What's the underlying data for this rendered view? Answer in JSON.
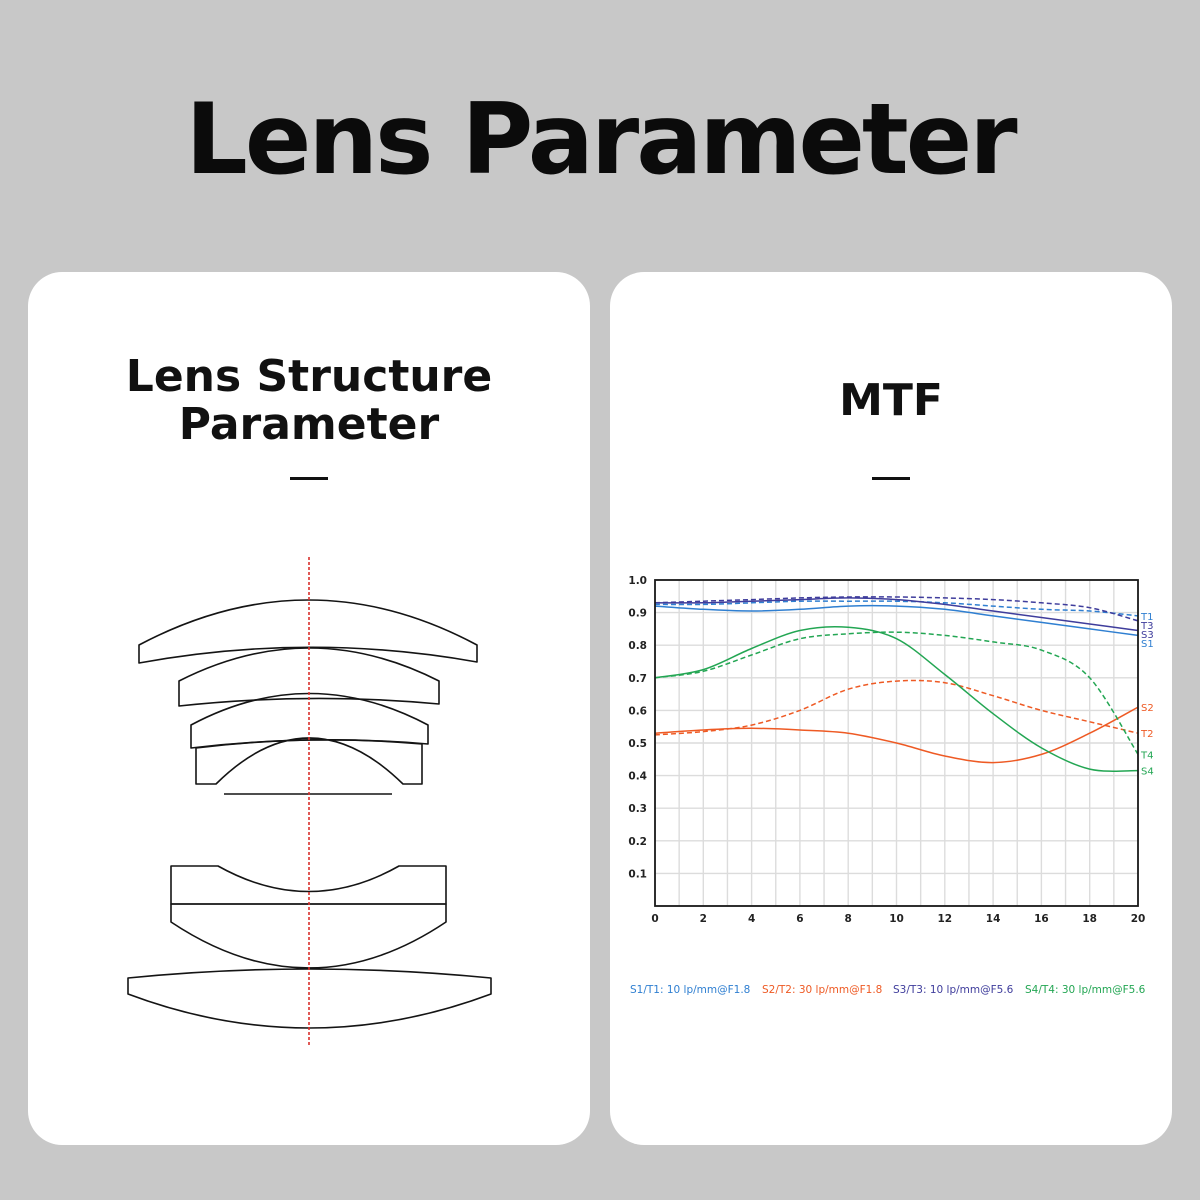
{
  "page": {
    "title": "Lens Parameter"
  },
  "left_card": {
    "title_line1": "Lens Structure",
    "title_line2": "Parameter"
  },
  "right_card": {
    "title": "MTF"
  },
  "colors": {
    "background": "#c8c8c8",
    "card": "#ffffff",
    "axis_line": "#d9302c",
    "s1t1": "#2f7fd1",
    "s2t2": "#ee5a24",
    "s3t3": "#3f3d9c",
    "s4t4": "#23a653"
  },
  "chart_data": {
    "type": "line",
    "xlim": [
      0,
      20
    ],
    "ylim": [
      0,
      1.0
    ],
    "x_ticks": [
      "0",
      "2",
      "4",
      "6",
      "8",
      "10",
      "12",
      "14",
      "16",
      "18",
      "20"
    ],
    "y_ticks": [
      "0.1",
      "0.2",
      "0.3",
      "0.4",
      "0.5",
      "0.6",
      "0.7",
      "0.8",
      "0.9",
      "1.0"
    ],
    "grid": true,
    "series": [
      {
        "name": "S1",
        "dashed": false,
        "color": "#2f7fd1",
        "x": [
          0,
          2,
          4,
          6,
          8,
          10,
          12,
          14,
          16,
          18,
          20
        ],
        "y": [
          0.92,
          0.91,
          0.905,
          0.91,
          0.92,
          0.92,
          0.91,
          0.89,
          0.87,
          0.85,
          0.83
        ]
      },
      {
        "name": "T1",
        "dashed": true,
        "color": "#2f7fd1",
        "x": [
          0,
          2,
          4,
          6,
          8,
          10,
          12,
          14,
          16,
          18,
          20
        ],
        "y": [
          0.925,
          0.925,
          0.93,
          0.935,
          0.935,
          0.935,
          0.93,
          0.92,
          0.91,
          0.905,
          0.89
        ]
      },
      {
        "name": "S3",
        "dashed": false,
        "color": "#3f3d9c",
        "x": [
          0,
          2,
          4,
          6,
          8,
          10,
          12,
          14,
          16,
          18,
          20
        ],
        "y": [
          0.93,
          0.93,
          0.935,
          0.94,
          0.945,
          0.94,
          0.925,
          0.905,
          0.885,
          0.865,
          0.845
        ]
      },
      {
        "name": "T3",
        "dashed": true,
        "color": "#3f3d9c",
        "x": [
          0,
          2,
          4,
          6,
          8,
          10,
          12,
          14,
          16,
          18,
          20
        ],
        "y": [
          0.93,
          0.935,
          0.94,
          0.945,
          0.948,
          0.948,
          0.945,
          0.94,
          0.93,
          0.915,
          0.875
        ]
      },
      {
        "name": "S2",
        "dashed": false,
        "color": "#ee5a24",
        "x": [
          0,
          2,
          4,
          6,
          8,
          10,
          12,
          14,
          16,
          18,
          20
        ],
        "y": [
          0.53,
          0.54,
          0.545,
          0.54,
          0.53,
          0.5,
          0.46,
          0.44,
          0.465,
          0.53,
          0.61
        ]
      },
      {
        "name": "T2",
        "dashed": true,
        "color": "#ee5a24",
        "x": [
          0,
          2,
          4,
          6,
          8,
          10,
          12,
          14,
          16,
          18,
          20
        ],
        "y": [
          0.525,
          0.535,
          0.555,
          0.6,
          0.665,
          0.69,
          0.685,
          0.645,
          0.6,
          0.565,
          0.53
        ]
      },
      {
        "name": "S4",
        "dashed": false,
        "color": "#23a653",
        "x": [
          0,
          2,
          4,
          6,
          8,
          10,
          12,
          14,
          16,
          18,
          20
        ],
        "y": [
          0.7,
          0.725,
          0.79,
          0.845,
          0.855,
          0.82,
          0.71,
          0.59,
          0.485,
          0.42,
          0.415
        ]
      },
      {
        "name": "T4",
        "dashed": true,
        "color": "#23a653",
        "x": [
          0,
          2,
          4,
          6,
          8,
          10,
          12,
          14,
          16,
          18,
          20
        ],
        "y": [
          0.7,
          0.72,
          0.77,
          0.82,
          0.835,
          0.84,
          0.83,
          0.81,
          0.785,
          0.7,
          0.465
        ]
      }
    ],
    "legend": [
      {
        "label": "S1/T1: 10 lp/mm@F1.8",
        "color": "#2f7fd1"
      },
      {
        "label": "S2/T2: 30 lp/mm@F1.8",
        "color": "#ee5a24"
      },
      {
        "label": "S3/T3: 10 lp/mm@F5.6",
        "color": "#3f3d9c"
      },
      {
        "label": "S4/T4: 30 lp/mm@F5.6",
        "color": "#23a653"
      }
    ],
    "legend_placement": "bottom"
  }
}
